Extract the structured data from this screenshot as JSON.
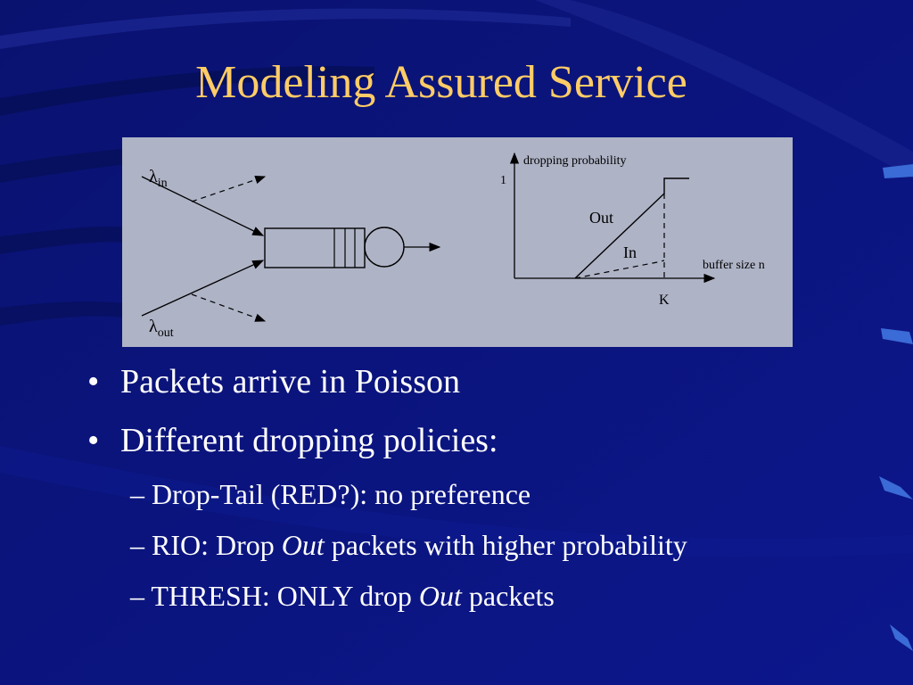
{
  "slide": {
    "title": "Modeling Assured Service",
    "colors": {
      "background": "#0b1580",
      "title": "#ffcc66",
      "text": "#ffffff",
      "figure_bg": "#aeb3c6"
    }
  },
  "figure": {
    "queue": {
      "lambda_symbol": "λ",
      "in_subscript": "in",
      "out_subscript": "out"
    },
    "graph": {
      "y_axis_label": "dropping probability",
      "x_axis_label": "buffer size n",
      "y_tick": "1",
      "x_tick": "K",
      "out_curve_label": "Out",
      "in_curve_label": "In"
    }
  },
  "bullets": [
    {
      "bullet": "•",
      "text": "Packets arrive in Poisson"
    },
    {
      "bullet": "•",
      "text": "Different dropping policies:"
    }
  ],
  "subbullets": [
    {
      "dash": "–",
      "pre": "Drop-Tail (RED?): no preference",
      "em": "",
      "post": ""
    },
    {
      "dash": "–",
      "pre": "RIO: Drop ",
      "em": "Out",
      "post": " packets with higher probability"
    },
    {
      "dash": "–",
      "pre": "THRESH: ONLY drop ",
      "em": "Out",
      "post": " packets"
    }
  ]
}
